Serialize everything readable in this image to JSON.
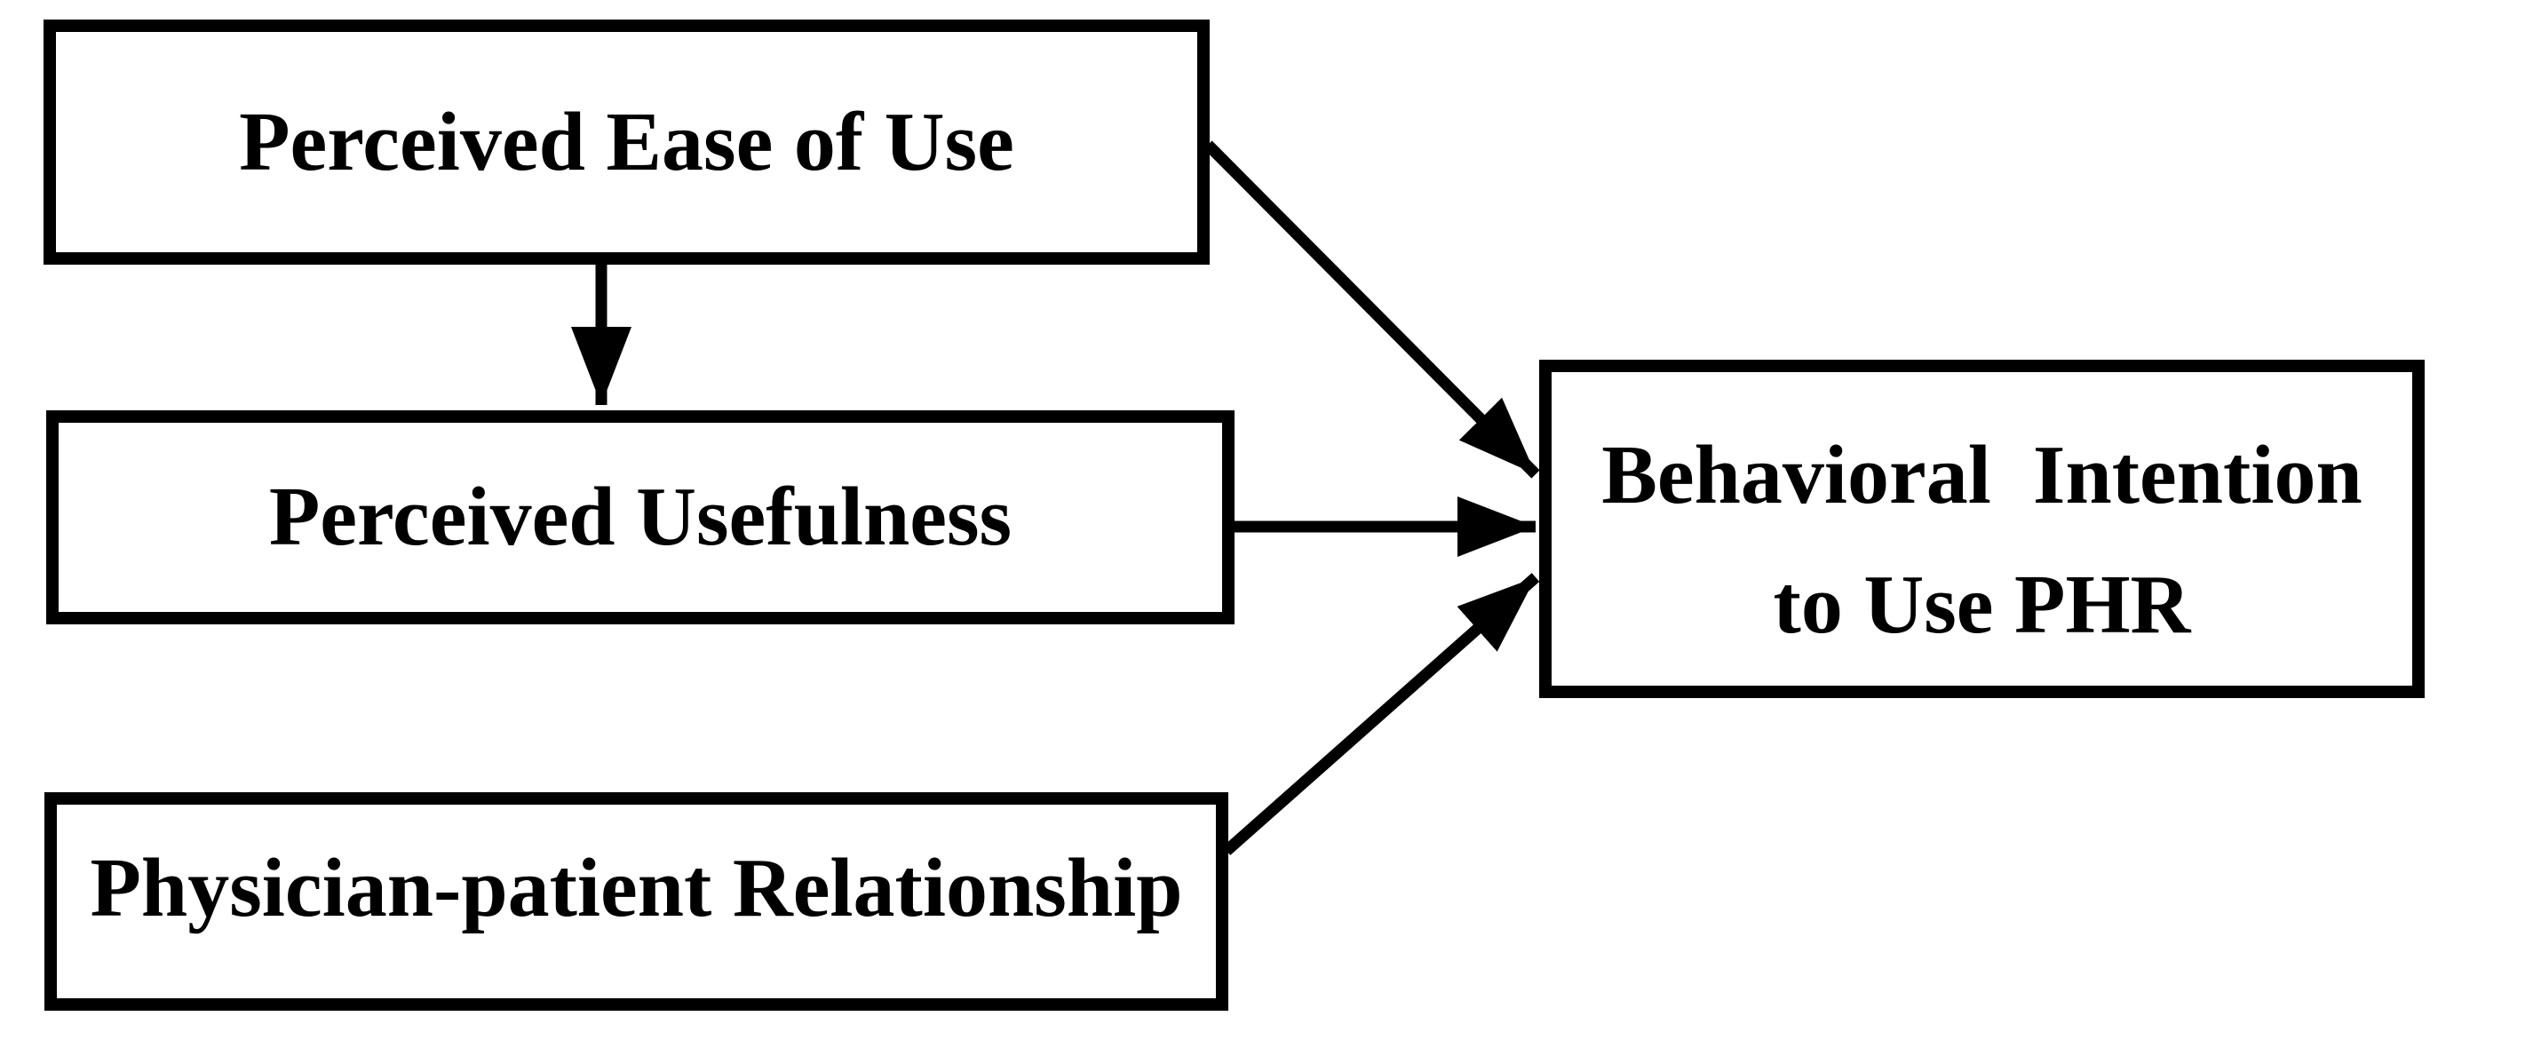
{
  "diagram": {
    "type": "concept-model",
    "background_color": "#ffffff",
    "stroke_color": "#000000",
    "text_color": "#000000",
    "boxes": [
      {
        "id": "perceived-ease-of-use",
        "label": "Perceived Ease of Use"
      },
      {
        "id": "perceived-usefulness",
        "label": "Perceived Usefulness"
      },
      {
        "id": "physician-patient-relationship",
        "label": "Physician-patient Relationship"
      },
      {
        "id": "behavioral-intention-to-use-phr",
        "label": "Behavioral  Intention to Use PHR",
        "label_lines": [
          "Behavioral  Intention",
          "to Use PHR"
        ]
      }
    ],
    "edges": [
      {
        "from": "perceived-ease-of-use",
        "to": "perceived-usefulness"
      },
      {
        "from": "perceived-ease-of-use",
        "to": "behavioral-intention-to-use-phr"
      },
      {
        "from": "perceived-usefulness",
        "to": "behavioral-intention-to-use-phr"
      },
      {
        "from": "physician-patient-relationship",
        "to": "behavioral-intention-to-use-phr"
      }
    ]
  }
}
